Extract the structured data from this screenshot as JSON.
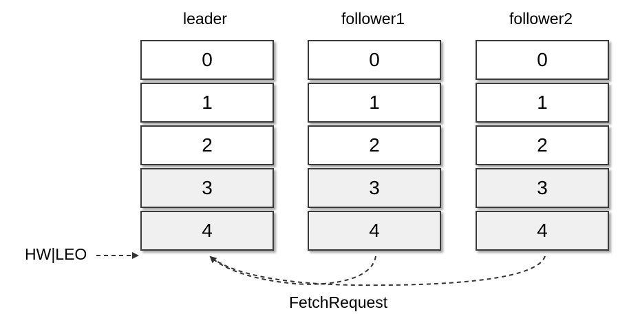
{
  "columns": [
    {
      "title": "leader",
      "cells": [
        "0",
        "1",
        "2",
        "3",
        "4"
      ]
    },
    {
      "title": "follower1",
      "cells": [
        "0",
        "1",
        "2",
        "3",
        "4"
      ]
    },
    {
      "title": "follower2",
      "cells": [
        "0",
        "1",
        "2",
        "3",
        "4"
      ]
    }
  ],
  "shaded_rows": [
    3,
    4
  ],
  "labels": {
    "hw_leo": "HW|LEO",
    "fetch_request": "FetchRequest"
  },
  "colors": {
    "shaded_fill": "#f0f0f0",
    "border": "#3a3a3a",
    "arrow": "#333333"
  }
}
